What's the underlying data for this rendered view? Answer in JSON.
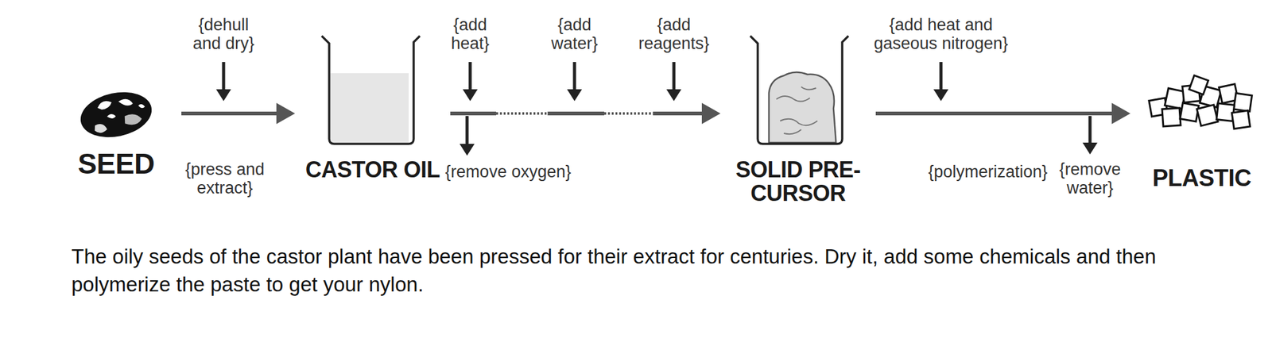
{
  "diagram": {
    "caption": "The oily seeds of the castor plant have been pressed for their extract for centuries. Dry it, add some chemicals and then polymerize the paste to get your nylon.",
    "nodes": [
      {
        "text": [
          "SEED"
        ]
      },
      {
        "text": [
          "CASTOR OIL"
        ]
      },
      {
        "text": [
          "SOLID PRE-CURSOR"
        ]
      },
      {
        "text": [
          "PLASTIC"
        ]
      }
    ],
    "edges": [
      {
        "from": 0,
        "to": 1,
        "arrow": "to"
      },
      {
        "from": 1,
        "to": 2,
        "arrow": "to"
      },
      {
        "from": 2,
        "to": 3,
        "arrow": "to"
      }
    ],
    "labels": [
      "{dehull and dry}",
      "{press and extract}",
      "{add heat}",
      "{remove oxygen}",
      "{add water}",
      "{add reagents}",
      "{add heat and gaseous nitrogen}",
      "{polymerization}",
      "{remove water}"
    ]
  }
}
